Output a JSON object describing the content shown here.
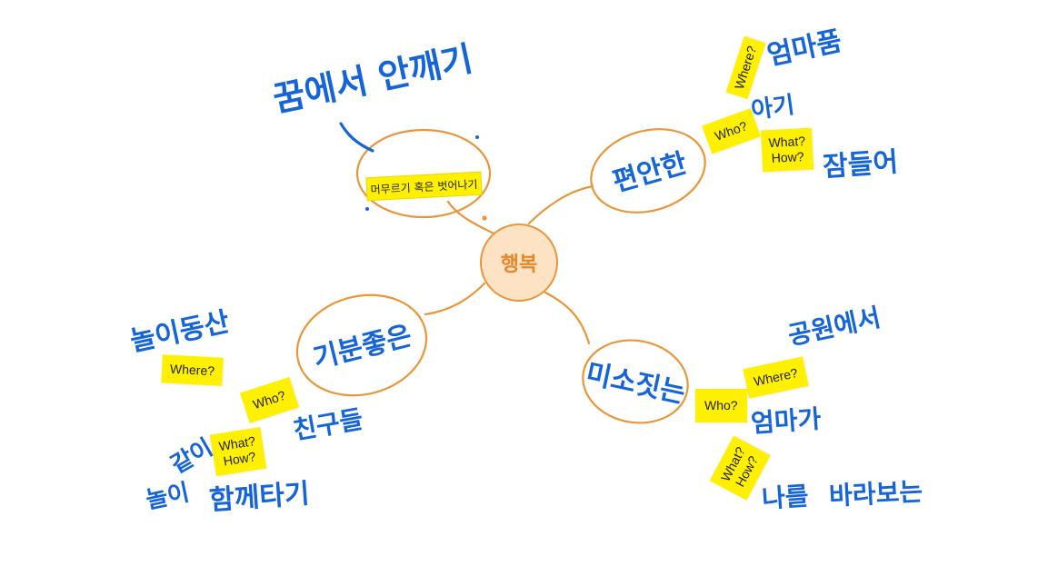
{
  "mindmap": {
    "center": "행복",
    "branches": {
      "top_left": {
        "oval_label": "머무르기 혹은 벗어나기",
        "note": "꿈에서 안깨기"
      },
      "top_right": {
        "oval_label": "편안한",
        "tags": {
          "where": "Where?",
          "who": "Who?",
          "what_how": "What?\nHow?"
        },
        "answers": {
          "where": "엄마품",
          "who": "아기",
          "what_how": "잠들어"
        }
      },
      "bottom_left": {
        "oval_label": "기분좋은",
        "tags": {
          "where": "Where?",
          "who": "Who?",
          "what_how": "What?\nHow?"
        },
        "answers": {
          "where": "놀이동산",
          "who": "친구들",
          "what_how_1": "같이",
          "what_how_2": "놀이",
          "what_how_3": "함께타기"
        }
      },
      "bottom_right": {
        "oval_label": "미소짓는",
        "tags": {
          "where": "Where?",
          "who": "Who?",
          "what_how": "What?\nHow?"
        },
        "answers": {
          "where": "공원에서",
          "who": "엄마가",
          "what_how_1": "나를",
          "what_how_2": "바라보는"
        }
      }
    }
  },
  "colors": {
    "ink": "#1565d8",
    "orange": "#e8963a",
    "center_fill": "#fde3c3",
    "sticky": "#fff000"
  }
}
